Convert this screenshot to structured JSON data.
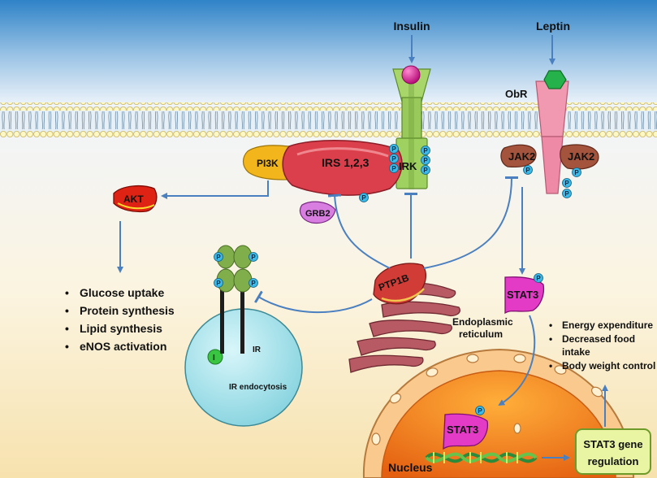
{
  "labels": {
    "insulin": "Insulin",
    "leptin": "Leptin",
    "obr": "ObR",
    "pi3k": "PI3K",
    "irs": "IRS 1,2,3",
    "irk": "IRK",
    "jak2_left": "JAK2",
    "jak2_right": "JAK2",
    "akt": "AKT",
    "grb2": "GRB2",
    "ptp1b": "PTP1B",
    "stat3_cyto": "STAT3",
    "stat3_nuc": "STAT3",
    "er_line1": "Endoplasmic",
    "er_line2": "reticulum",
    "ir": "IR",
    "ir_endocytosis": "IR endocytosis",
    "i_marker": "I",
    "nucleus": "Nucleus",
    "gene_line1": "STAT3 gene",
    "gene_line2": "regulation",
    "phospho": "P"
  },
  "akt_effects": [
    "Glucose uptake",
    "Protein synthesis",
    "Lipid synthesis",
    "eNOS activation"
  ],
  "stat3_effects": [
    "Energy expenditure",
    "Decreased food",
    "intake",
    "Body weight control"
  ],
  "colors": {
    "sky_top": "#2d7fc4",
    "sky_bottom": "#eef4fa",
    "cyto_bottom": "#f7e3b2",
    "membrane_head": "#fff8c8",
    "arrow_blue": "#4a7fc0",
    "irs_red": "#d9404d",
    "pi3k_yellow": "#f2b51c",
    "irk_green": "#9ccd55",
    "obr_pink": "#ee8aa4",
    "jak2_brown": "#a2503a",
    "akt_red": "#dd1f12",
    "grb2_violet": "#d77ee0",
    "stat3_magenta": "#e43bc7",
    "ptp1b_red": "#cf3a38",
    "er_maroon": "#a0474f",
    "vesicle_teal": "#a8e3eb",
    "nucleus_orange": "#f47b1a",
    "gene_box": "#e9f5a2",
    "phospho_cyan": "#3bb9e8"
  }
}
